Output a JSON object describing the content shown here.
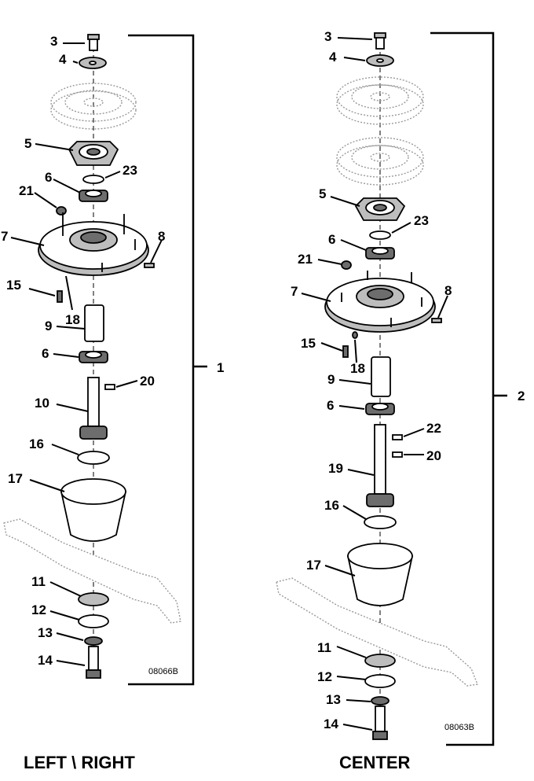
{
  "left_assembly": {
    "title": "LEFT \\ RIGHT",
    "drawing_code": "08066B",
    "assembly_callout": "1",
    "callouts": [
      "3",
      "4",
      "5",
      "23",
      "21",
      "6",
      "7",
      "8",
      "15",
      "18",
      "9",
      "6",
      "20",
      "10",
      "16",
      "17",
      "11",
      "12",
      "13",
      "14"
    ]
  },
  "center_assembly": {
    "title": "CENTER",
    "drawing_code": "08063B",
    "assembly_callout": "2",
    "callouts": [
      "3",
      "4",
      "5",
      "23",
      "6",
      "21",
      "7",
      "8",
      "15",
      "18",
      "9",
      "6",
      "22",
      "20",
      "19",
      "16",
      "17",
      "11",
      "12",
      "13",
      "14"
    ]
  }
}
